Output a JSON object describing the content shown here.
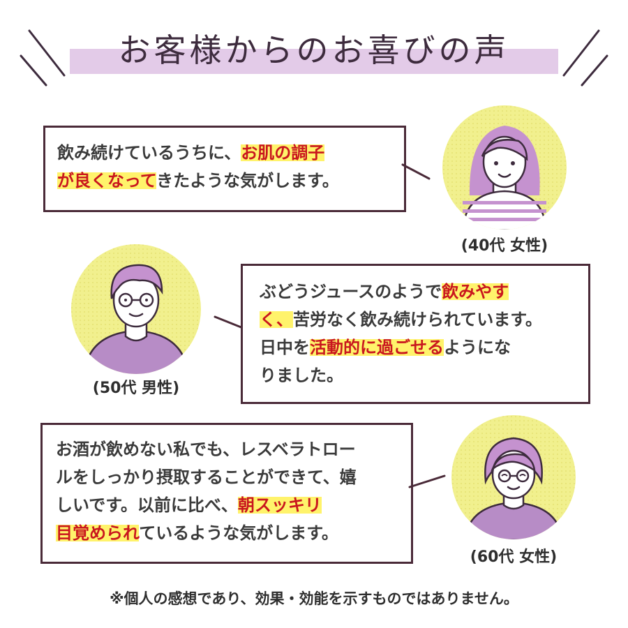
{
  "title": "お客様からのお喜びの声",
  "colors": {
    "accent_band": "#e3cbe8",
    "highlight": "#fff36b",
    "emphasis_text": "#c9161e",
    "border": "#4a2a38",
    "avatar_bg": "#f1f08e",
    "avatar_hair": "#c592cf",
    "avatar_shirt": "#b78cc6"
  },
  "testimonials": [
    {
      "caption": "(40代 女性)",
      "lines": [
        [
          {
            "t": "飲み続けているうちに、"
          },
          {
            "t": "お肌の調子",
            "hl": true
          }
        ],
        [
          {
            "t": "が良くなって",
            "hl": true
          },
          {
            "t": "きたような気がします。"
          }
        ]
      ]
    },
    {
      "caption": "(50代 男性)",
      "lines": [
        [
          {
            "t": "ぶどうジュースのようで"
          },
          {
            "t": "飲みやす",
            "hl": true
          }
        ],
        [
          {
            "t": "く、",
            "hl": true
          },
          {
            "t": "苦労なく飲み続けられています。"
          }
        ],
        [
          {
            "t": "日中を"
          },
          {
            "t": "活動的に過ごせる",
            "hl": true
          },
          {
            "t": "ようにな"
          }
        ],
        [
          {
            "t": "りました。"
          }
        ]
      ]
    },
    {
      "caption": "(60代 女性)",
      "lines": [
        [
          {
            "t": "お酒が飲めない私でも、レスベラトロー"
          }
        ],
        [
          {
            "t": "ルをしっかり摂取することができて、嬉"
          }
        ],
        [
          {
            "t": "しいです。以前に比べ、"
          },
          {
            "t": "朝スッキリ",
            "hl": true
          }
        ],
        [
          {
            "t": "目覚められ",
            "hl": true
          },
          {
            "t": "ているような気がします。"
          }
        ]
      ]
    }
  ],
  "disclaimer": "※個人の感想であり、効果・効能を示すものではありません。"
}
